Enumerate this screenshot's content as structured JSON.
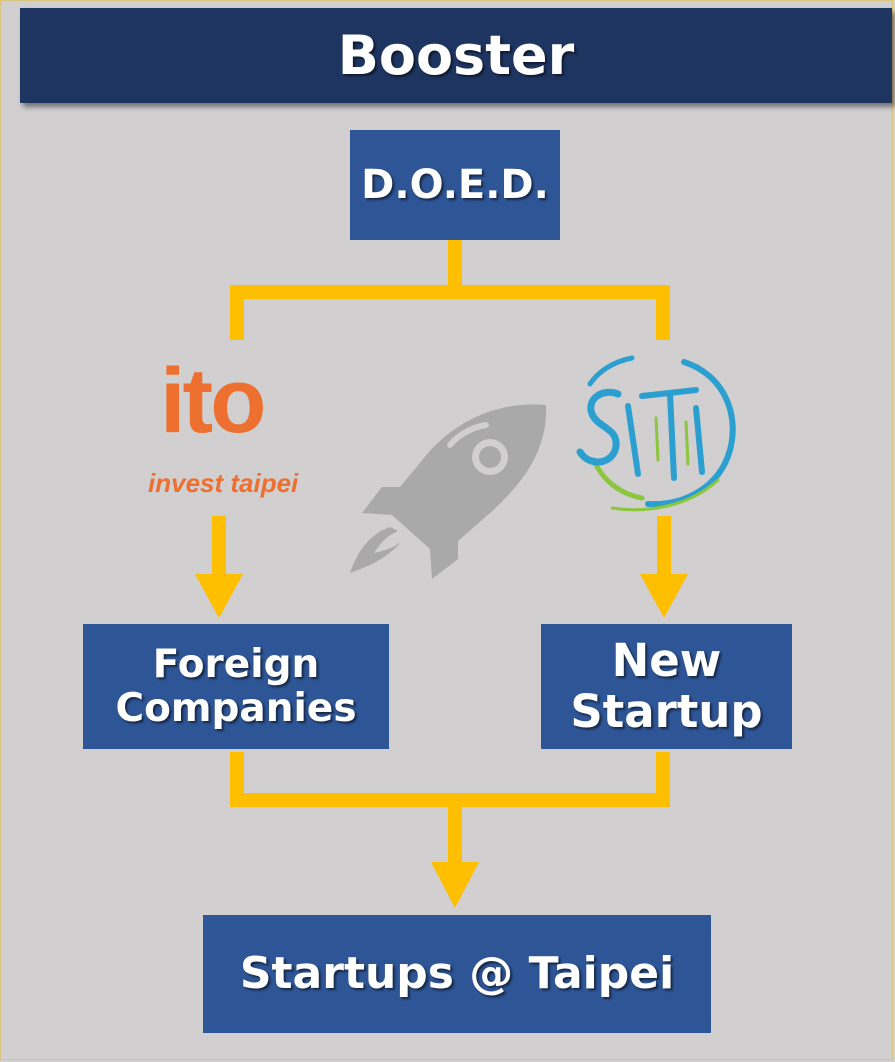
{
  "title": "Booster",
  "nodes": {
    "doed": "D.O.E.D.",
    "foreign": [
      "Foreign",
      "Companies"
    ],
    "new_startup": [
      "New",
      "Startup"
    ],
    "startups_taipei": "Startups @ Taipei"
  },
  "logos": {
    "ito": {
      "word": "ito",
      "tagline": "invest taipei"
    },
    "siti": {
      "word": "SITI"
    }
  },
  "colors": {
    "header": "#1f3561",
    "box": "#2e5596",
    "connector": "#fdbf00",
    "background": "#d1cfd0",
    "ito_orange": "#ee7030",
    "siti_teal": "#2a9fd0",
    "rocket": "#a9a9a9"
  },
  "icons": [
    "rocket-icon",
    "ito-logo",
    "siti-logo"
  ]
}
